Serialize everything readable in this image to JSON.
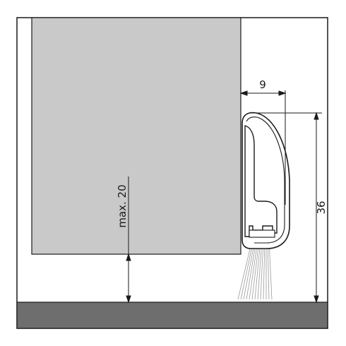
{
  "diagram": {
    "labels": {
      "width": "9",
      "height": "36",
      "gap": "max. 20"
    },
    "colors": {
      "door": "#c9c9c9",
      "floor": "#6e6e6e",
      "line": "#1a1a1a",
      "wall": "#ffffff",
      "brush": "#9a9a9a"
    }
  }
}
